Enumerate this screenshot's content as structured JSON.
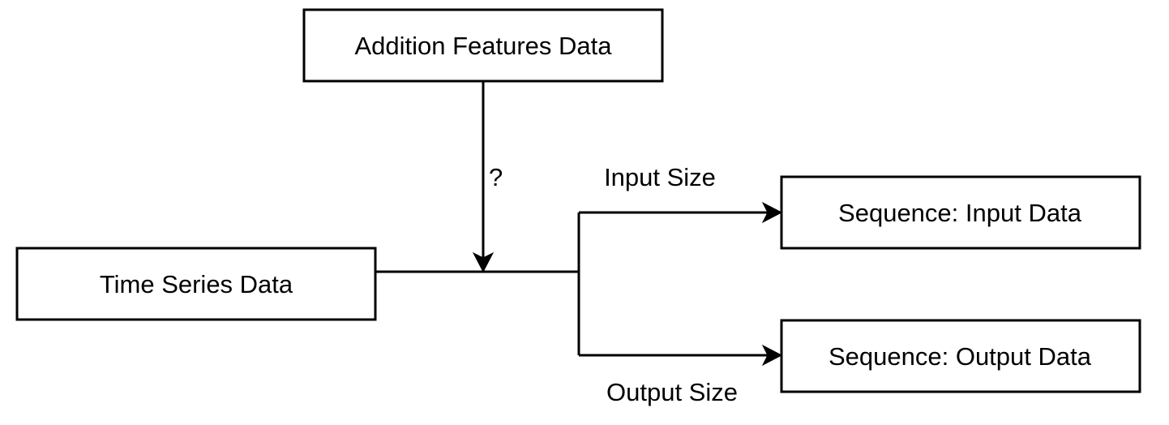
{
  "diagram": {
    "type": "flowchart",
    "nodes": {
      "additional_features": {
        "label": "Addition Features Data"
      },
      "time_series": {
        "label": "Time Series Data"
      },
      "sequence_input": {
        "label": "Sequence: Input Data"
      },
      "sequence_output": {
        "label": "Sequence: Output Data"
      }
    },
    "edges": {
      "features_to_merge": {
        "from": "additional_features",
        "to": "time_series-line",
        "label": "?"
      },
      "to_sequence_input": {
        "from": "time_series",
        "to": "sequence_input",
        "label": "Input Size"
      },
      "to_sequence_output": {
        "from": "time_series",
        "to": "sequence_output",
        "label": "Output Size"
      }
    },
    "colors": {
      "stroke": "#000000",
      "fill": "#ffffff",
      "text": "#000000"
    }
  }
}
